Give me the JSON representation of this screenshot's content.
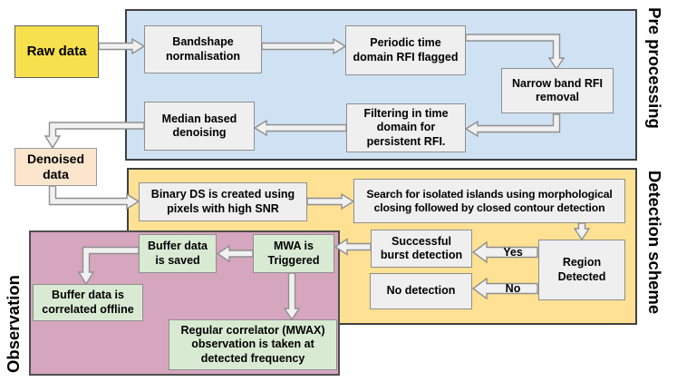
{
  "regions": {
    "pre_processing": {
      "label": "Pre processing",
      "bg": "#CFE2F3"
    },
    "detection_scheme": {
      "label": "Detection scheme",
      "bg": "#FFE194"
    },
    "observation": {
      "label": "Observation",
      "bg": "#D5A6BD"
    }
  },
  "nodes": {
    "raw_data": {
      "label": "Raw data",
      "fill": "#F6E04D"
    },
    "bandshape": {
      "label": "Bandshape\nnormalisation",
      "fill": "#EFEFEF"
    },
    "periodic_rfi": {
      "label": "Periodic time\ndomain RFI flagged",
      "fill": "#EFEFEF"
    },
    "narrow_band_rfi": {
      "label": "Narrow band RFI\nremoval",
      "fill": "#EFEFEF"
    },
    "filtering_time": {
      "label": "Filtering in time\ndomain for\npersistent RFI.",
      "fill": "#EFEFEF"
    },
    "median_denoising": {
      "label": "Median based\ndenoising",
      "fill": "#EFEFEF"
    },
    "denoised_data": {
      "label": "Denoised\ndata",
      "fill": "#FCE5CD"
    },
    "binary_ds": {
      "label": "Binary DS is created using\npixels with high SNR",
      "fill": "#EFEFEF"
    },
    "search_islands": {
      "label": "Search for isolated islands using morphological\nclosing followed by closed contour detection",
      "fill": "#EFEFEF"
    },
    "successful_detection": {
      "label": "Successful\nburst detection",
      "fill": "#EFEFEF"
    },
    "region_detected": {
      "label": "Region\nDetected",
      "fill": "#EFEFEF"
    },
    "no_detection": {
      "label": "No detection",
      "fill": "#EFEFEF"
    },
    "mwa_triggered": {
      "label": "MWA is\nTriggered",
      "fill": "#D9EAD3"
    },
    "buffer_saved": {
      "label": "Buffer data\nis saved",
      "fill": "#D9EAD3"
    },
    "buffer_correlated": {
      "label": "Buffer data is\ncorrelated offline",
      "fill": "#D9EAD3"
    },
    "regular_correlator": {
      "label": "Regular correlator (MWAX)\nobservation is taken at\ndetected frequency",
      "fill": "#D9EAD3"
    }
  },
  "edge_labels": {
    "yes": "Yes",
    "no": "No"
  },
  "arrow_style": {
    "fill": "#F1F1F1",
    "stroke": "#8f8f8f"
  }
}
